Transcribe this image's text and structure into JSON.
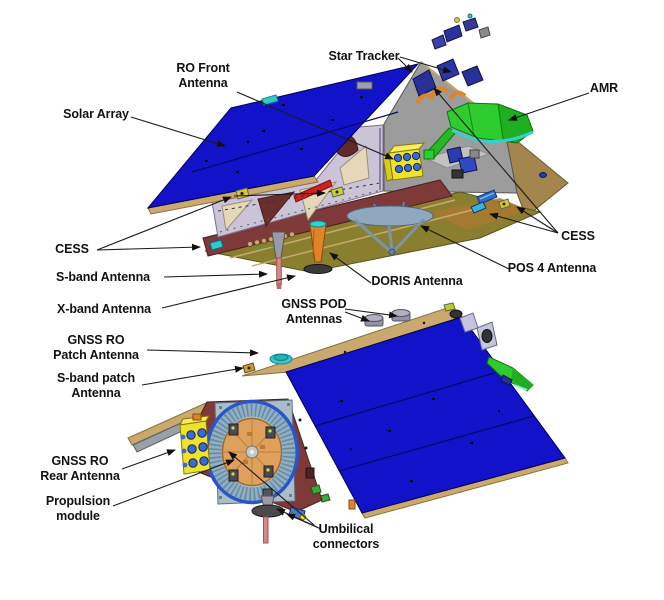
{
  "diagram": {
    "subject": "satellite-exploded-annotation-diagram",
    "view_count": 2,
    "views": [
      "top-front-isometric-view",
      "bottom-rear-isometric-view"
    ]
  },
  "labels": {
    "solar_array": {
      "lines": [
        "Solar Array"
      ]
    },
    "ro_front_antenna": {
      "lines": [
        "RO Front",
        "Antenna"
      ]
    },
    "star_tracker": {
      "lines": [
        "Star Tracker"
      ]
    },
    "amr": {
      "lines": [
        "AMR"
      ]
    },
    "cess_left": {
      "lines": [
        "CESS"
      ]
    },
    "s_band_antenna": {
      "lines": [
        "S-band Antenna"
      ]
    },
    "x_band_antenna": {
      "lines": [
        "X-band Antenna"
      ]
    },
    "doris_antenna": {
      "lines": [
        "DORIS Antenna"
      ]
    },
    "pos_4_antenna": {
      "lines": [
        "POS 4 Antenna"
      ]
    },
    "cess_right": {
      "lines": [
        "CESS"
      ]
    },
    "gnss_pod_antennas": {
      "lines": [
        "GNSS POD",
        "Antennas"
      ]
    },
    "gnss_ro_patch_antenna": {
      "lines": [
        "GNSS RO",
        "Patch Antenna"
      ]
    },
    "s_band_patch_antenna": {
      "lines": [
        "S-band patch",
        "Antenna"
      ]
    },
    "gnss_ro_rear_antenna": {
      "lines": [
        "GNSS RO",
        "Rear Antenna"
      ]
    },
    "propulsion_module": {
      "lines": [
        "Propulsion",
        "module"
      ]
    },
    "umbilical_connectors": {
      "lines": [
        "Umbilical",
        "connectors"
      ]
    }
  },
  "colors": {
    "solar_blue": "#1212C8",
    "deck_tan": "#C9A96D",
    "wing_tan": "#A5854E",
    "maroon": "#7E3A38",
    "lavender": "#CBC3D7",
    "gray_deck": "#9C9C9C",
    "olive": "#8A7F2F",
    "amr_green": "#2ECC2E",
    "cyan": "#35C8C8",
    "yellow": "#EFE22A",
    "circle_blue": "#3A6BD4",
    "orange": "#E08428",
    "pink": "#D98888",
    "steel": "#8FA8C0",
    "ring_blue": "#2A55C8",
    "ring_rib": "#8FB0C4",
    "ring_orange": "#DFA05E",
    "prop_panel": "#A9BDCB",
    "navy": "#28309A",
    "pointer": "#1A1A1A"
  }
}
